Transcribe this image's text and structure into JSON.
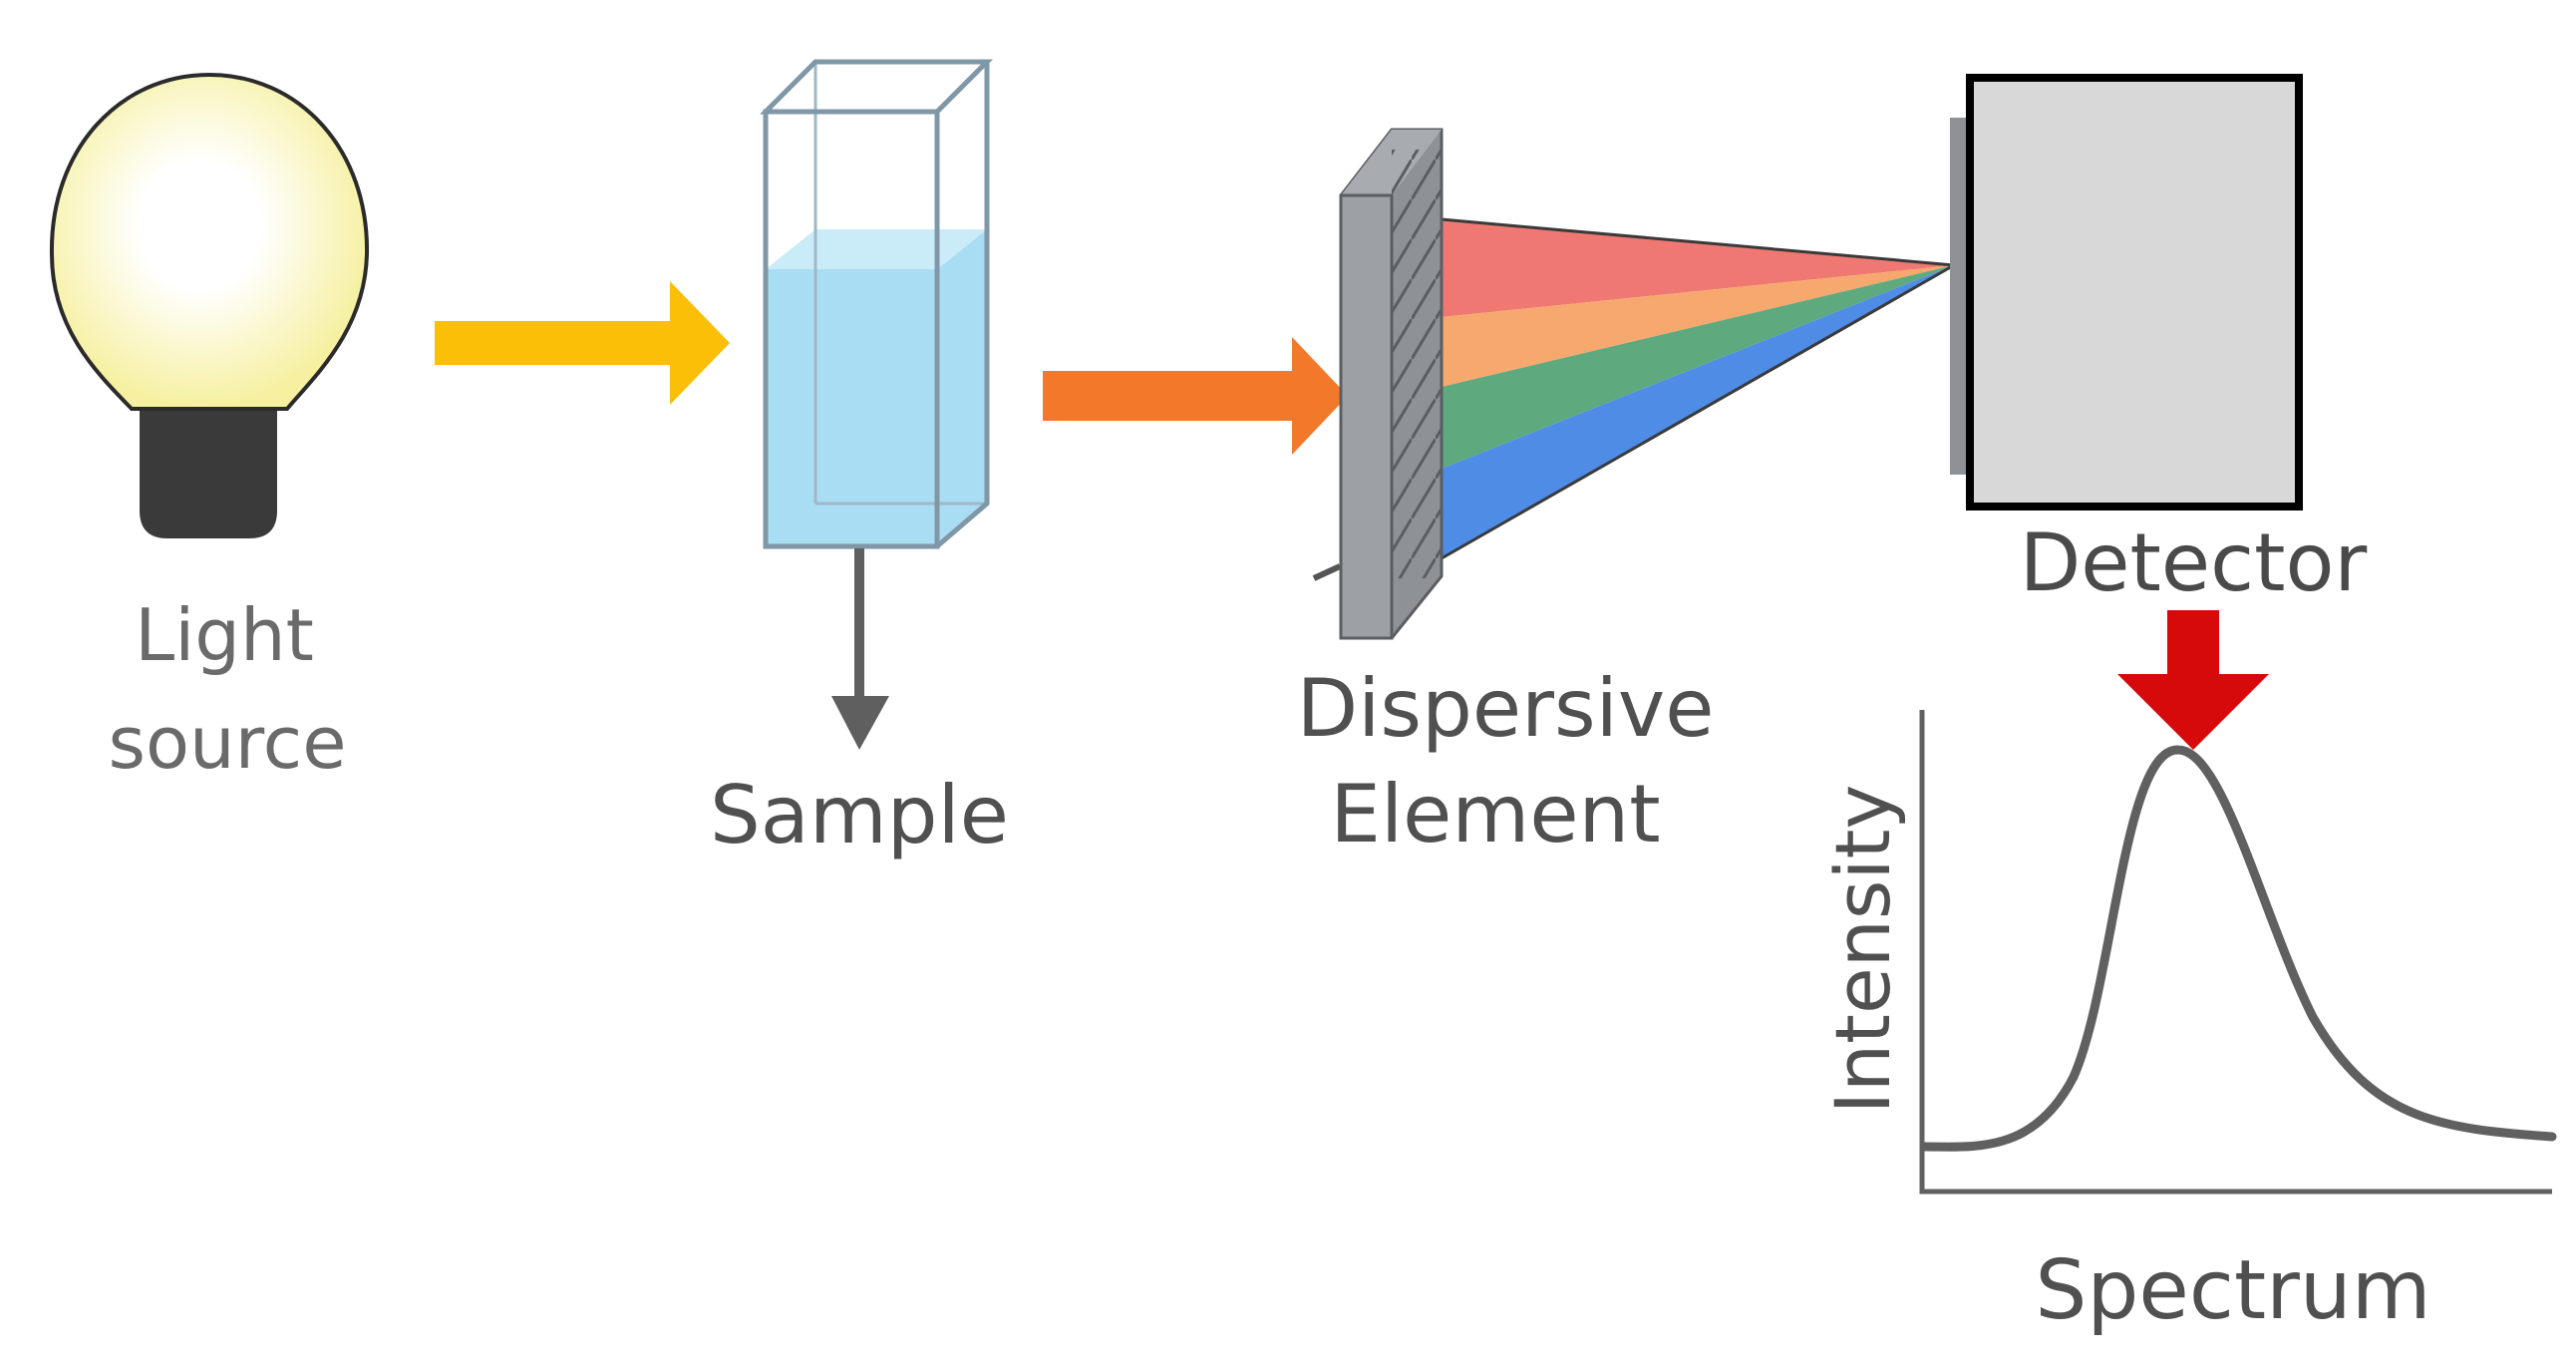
{
  "labels": {
    "light_source_line1": "Light",
    "light_source_line2": "source",
    "sample": "Sample",
    "dispersive_line1": "Dispersive",
    "dispersive_line2": "Element",
    "detector": "Detector",
    "y_axis": "Intensity",
    "x_axis": "Spectrum"
  },
  "colors": {
    "bulb_glow": "#F6F0A0",
    "bulb_center": "#FFFFFF",
    "bulb_base": "#3A3A3A",
    "arrow_yellow": "#FBBF08",
    "arrow_orange": "#F2782A",
    "arrow_gray": "#5F5F5F",
    "arrow_red": "#D60A0A",
    "cuvette_liquid": "#A9DDF3",
    "grating": "#8E9296",
    "detector_fill": "#D8D8D8",
    "ray_red": "#F07873",
    "ray_orange": "#F6A86F",
    "ray_green": "#5EAA7E",
    "ray_blue": "#4F8CE6",
    "label_text": "#5F5F5F",
    "curve": "#606060"
  },
  "icons": {
    "light_source": "light-bulb-icon",
    "sample": "cuvette-icon",
    "dispersive": "diffraction-grating-icon",
    "detector": "detector-box-icon"
  }
}
